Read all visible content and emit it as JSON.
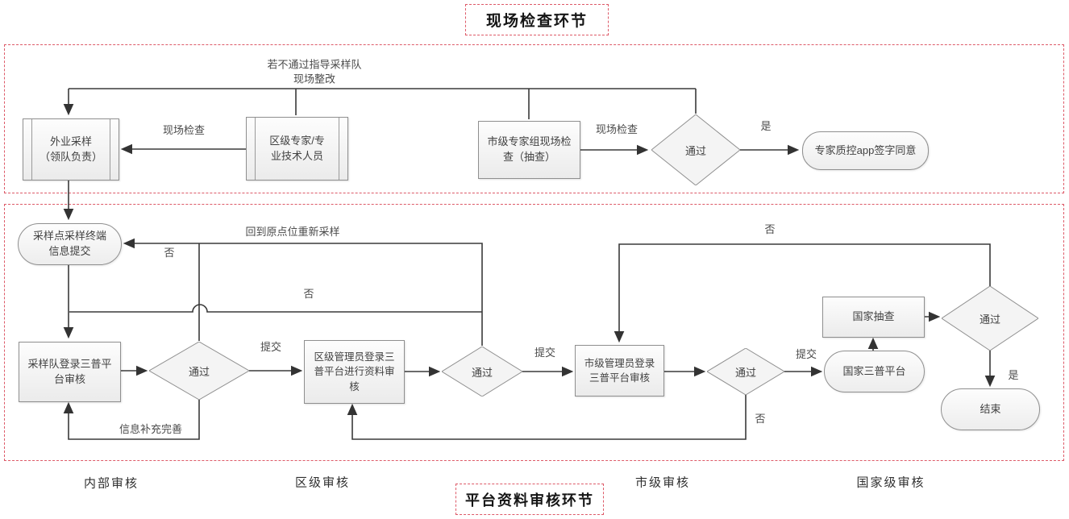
{
  "titles": {
    "top": "现场检查环节",
    "bottom": "平台资料审核环节"
  },
  "nodes": {
    "field_sampling": "外业采样\n（领队负责）",
    "district_expert": "区级专家/专\n业技术人员",
    "city_expert_check": "市级专家组现场检\n查（抽查）",
    "pass_1": "通过",
    "expert_app_sign": "专家质控app签字同意",
    "sampling_submit": "采样点采样终端\n信息提交",
    "team_review": "采样队登录三普平\n台审核",
    "pass_2": "通过",
    "district_admin_review": "区级管理员登录三\n普平台进行资料审\n核",
    "pass_3": "通过",
    "city_admin_review": "市级管理员登录\n三普平台审核",
    "pass_4": "通过",
    "national_platform": "国家三普平台",
    "national_spot_check": "国家抽查",
    "pass_5": "通过",
    "end": "结束"
  },
  "edge_labels": {
    "rework_note": "若不通过指导采样队\n现场整改",
    "onsite_check_1": "现场检查",
    "onsite_check_2": "现场检查",
    "yes_1": "是",
    "redo_sampling": "回到原点位重新采样",
    "no_1": "否",
    "no_2": "否",
    "submit_1": "提交",
    "submit_2": "提交",
    "submit_3": "提交",
    "no_3": "否",
    "no_4": "否",
    "yes_2": "是",
    "info_supplement": "信息补充完善"
  },
  "lanes": [
    "内部审核",
    "区级审核",
    "市级审核",
    "国家级审核"
  ],
  "colors": {
    "section_border": "#dd5a68",
    "wire": "#3a3a3a",
    "node_border": "#8f8f8f",
    "text": "#414141"
  }
}
